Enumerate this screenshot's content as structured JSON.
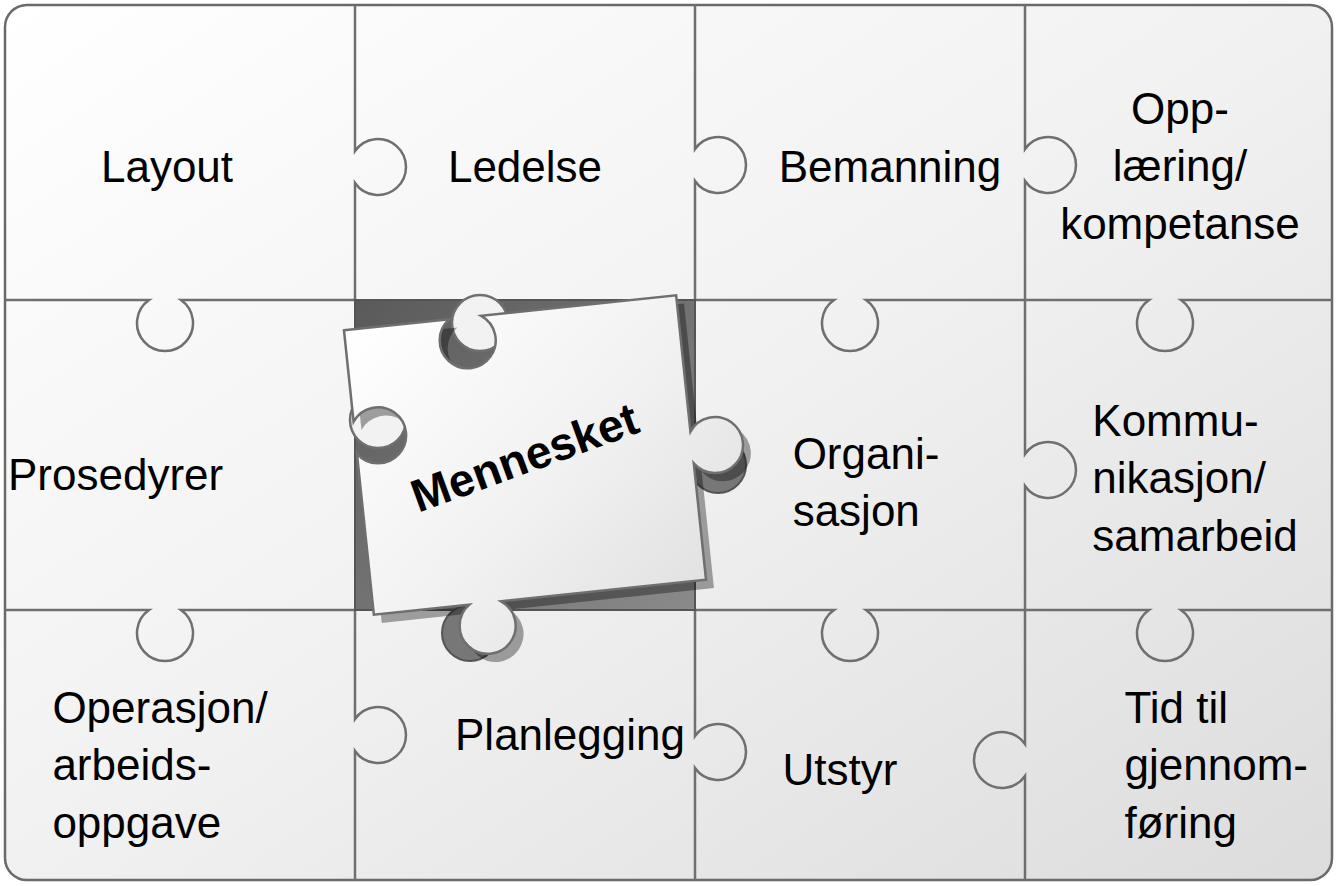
{
  "diagram": {
    "nodes": [
      {
        "text": [
          "Layout"
        ]
      },
      {
        "text": [
          "Ledelse"
        ]
      },
      {
        "text": [
          "Bemanning"
        ]
      },
      {
        "text": [
          "Opp- læring/ kompetanse"
        ]
      },
      {
        "text": [
          "Prosedyrer"
        ]
      },
      {
        "text": [
          "Mennesket"
        ]
      },
      {
        "text": [
          "Organi- sasjon"
        ]
      },
      {
        "text": [
          "Kommu- nikasjon/ samarbeid"
        ]
      },
      {
        "text": [
          "Operasjon/ arbeids- oppgave"
        ]
      },
      {
        "text": [
          "Planlegging"
        ]
      },
      {
        "text": [
          "Utstyr"
        ]
      },
      {
        "text": [
          "Tid til gjennom- føring"
        ]
      }
    ]
  }
}
